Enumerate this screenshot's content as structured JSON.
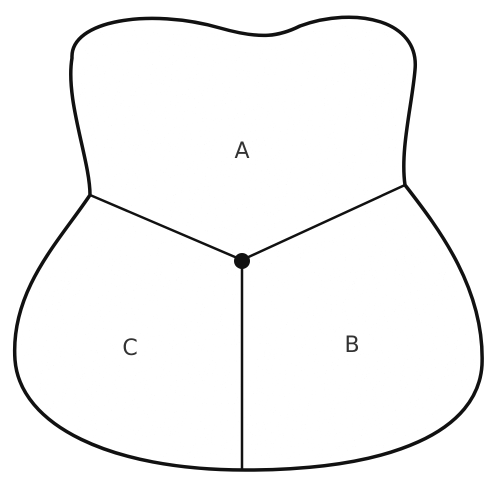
{
  "diagram": {
    "regions": [
      {
        "id": "A",
        "label": "A"
      },
      {
        "id": "B",
        "label": "B"
      },
      {
        "id": "C",
        "label": "C"
      }
    ]
  }
}
